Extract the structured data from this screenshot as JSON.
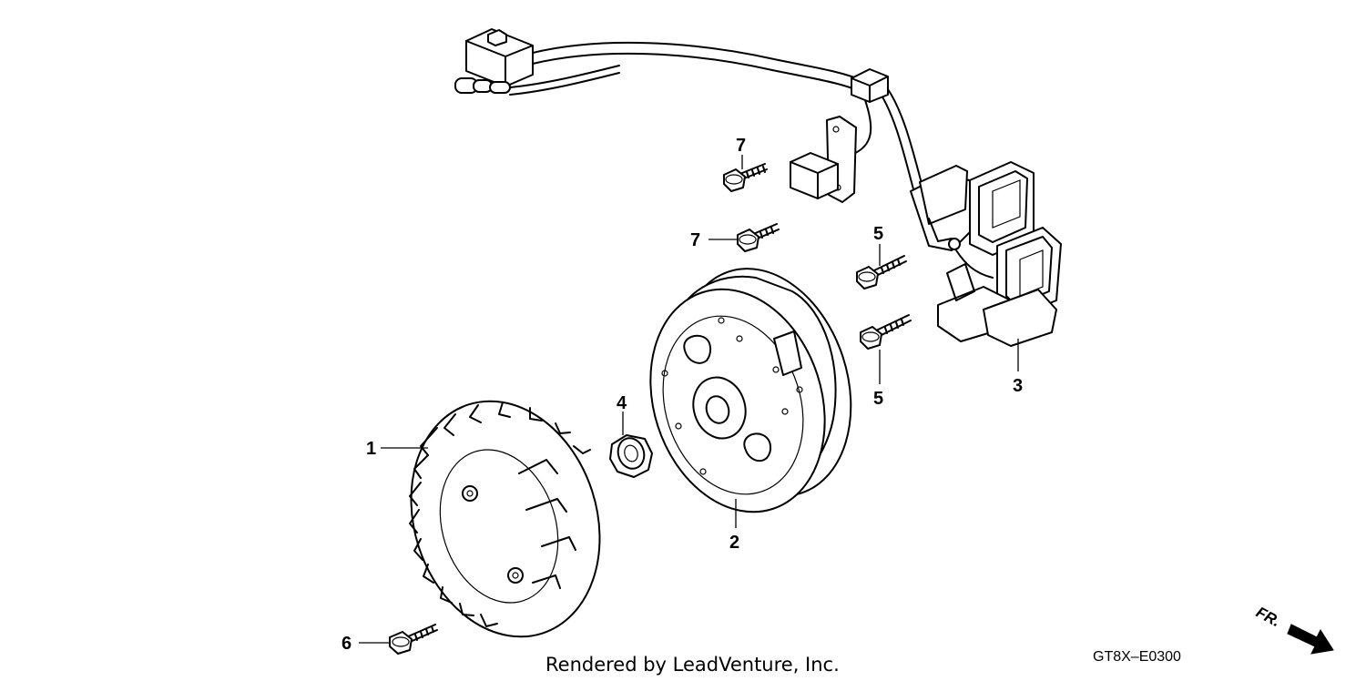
{
  "callouts": {
    "c1": "1",
    "c2": "2",
    "c3": "3",
    "c4": "4",
    "c5a": "5",
    "c5b": "5",
    "c6": "6",
    "c7a": "7",
    "c7b": "7"
  },
  "footer": {
    "credit": "Rendered by LeadVenture, Inc.",
    "diagram_code": "GT8X–E0300",
    "direction_label": "FR."
  }
}
